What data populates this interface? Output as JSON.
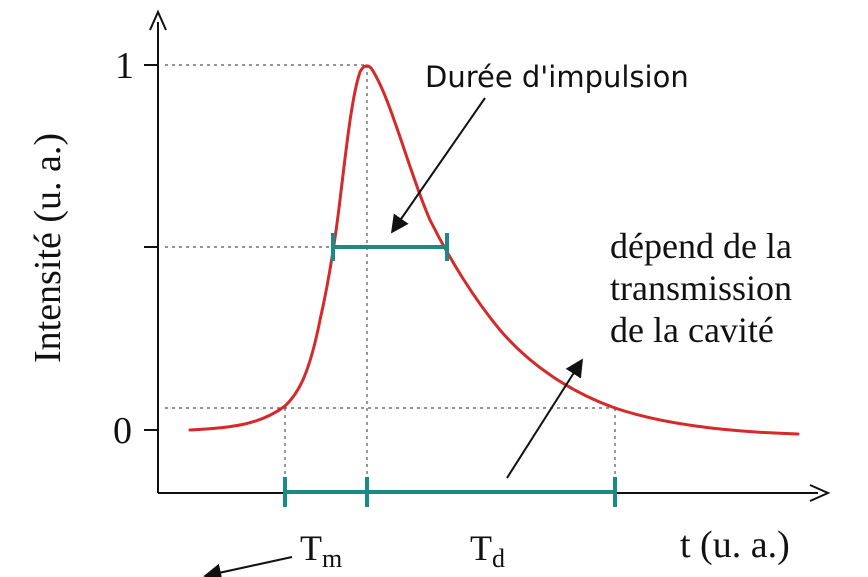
{
  "labels": {
    "ylabel": "Intensité (u. a.)",
    "xlabel": "t (u. a.)",
    "tick_one": "1",
    "tick_zero": "0",
    "pulse_duration": "Durée d'impulsion",
    "note_line1": "dépend de la",
    "note_line2": "transmission",
    "note_line3": "de la cavité",
    "tm_main": "T",
    "tm_sub": "m",
    "td_main": "T",
    "td_sub": "d"
  },
  "colors": {
    "curve": "#d42a2a",
    "interval": "#1a8a84",
    "axis": "#111111",
    "guide": "#555555"
  }
}
